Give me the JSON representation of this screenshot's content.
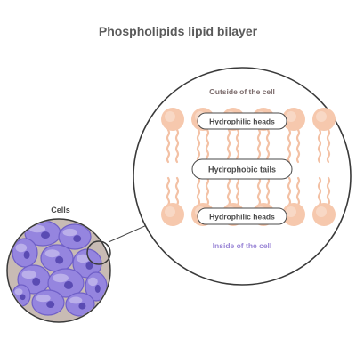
{
  "title": "Phospholipids lipid bilayer",
  "labels": {
    "outside": "Outside of the cell",
    "inside": "Inside of the cell",
    "hydrophilic_top": "Hydrophilic heads",
    "hydrophobic": "Hydrophobic tails",
    "hydrophilic_bottom": "Hydrophilic heads",
    "cells": "Cells"
  },
  "colors": {
    "title_text": "#5a5a5a",
    "label_text": "#4a4a4a",
    "outside_text": "#7a6a6a",
    "inside_text": "#9a86d6",
    "head_fill": "#f6c8ad",
    "head_inner": "#f9dccb",
    "tail_stroke": "#f3c1a5",
    "circle_stroke": "#3a3a3a",
    "cell_dish": "#c8bbb4",
    "cell_purple": "#9585df",
    "cell_purple_dark": "#6f5fc7",
    "cell_nucleus": "#5a4bb3"
  },
  "icons": {
    "head": "phosphate-head-icon",
    "magnifier": "magnifier-circle-icon"
  }
}
